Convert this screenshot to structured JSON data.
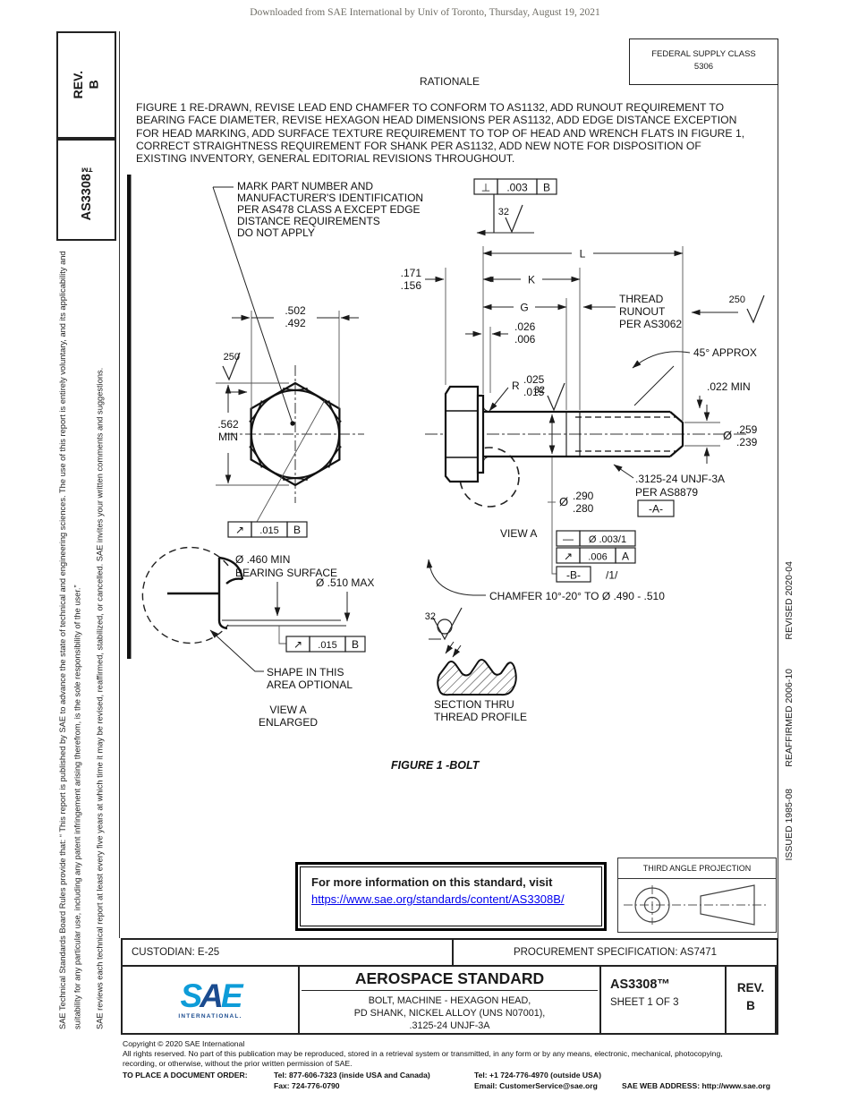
{
  "page": {
    "download_notice": "Downloaded from SAE International by Univ of Toronto, Thursday, August 19, 2021"
  },
  "sidebar_left": {
    "rev_label": "REV.\nB",
    "doc_number": "AS3308™",
    "legal_p1": "SAE Technical Standards Board Rules provide that: “ This report is published by SAE to advance the state of technical and engineering sciences. The use of this report is entirely voluntary, and its applicability and suitability for any particular use, including any patent infringement arising therefrom, is the sole responsibility of the user.”",
    "legal_p2": "SAE reviews each technical report at least every five years at which time it may be revised, reaffirmed, stabilized, or cancelled. SAE invites your written comments and suggestions."
  },
  "header": {
    "fsc_label": "FEDERAL SUPPLY CLASS",
    "fsc_value": "5306",
    "rationale_title": "RATIONALE",
    "rationale_text": "FIGURE 1 RE-DRAWN, REVISE LEAD END CHAMFER TO CONFORM TO AS1132, ADD RUNOUT REQUIREMENT TO BEARING FACE DIAMETER, REVISE HEXAGON HEAD DIMENSIONS PER AS1132, ADD EDGE DISTANCE EXCEPTION FOR HEAD MARKING, ADD SURFACE TEXTURE REQUIREMENT TO TOP OF HEAD AND WRENCH FLATS IN FIGURE 1, CORRECT STRAIGHTNESS REQUIREMENT FOR SHANK PER AS1132, ADD NEW NOTE FOR DISPOSITION OF EXISTING INVENTORY, GENERAL EDITORIAL REVISIONS THROUGHOUT."
  },
  "revision_history": {
    "issued": "ISSUED 1985-08",
    "reaffirmed": "REAFFIRMED 2006-10",
    "revised": "REVISED 2020-04"
  },
  "figure": {
    "caption": "FIGURE 1 -BOLT",
    "mark_note": [
      "MARK PART NUMBER AND",
      "MANUFACTURER'S IDENTIFICATION",
      "PER AS478 CLASS A EXCEPT EDGE",
      "DISTANCE REQUIREMENTS",
      "DO NOT APPLY"
    ],
    "fcf_perp_sym": "⊥",
    "fcf_perp_tol": ".003",
    "fcf_perp_datum": "B",
    "finish_32": "32",
    "finish_250": "250",
    "dim_L": "L",
    "dim_K": "K",
    "dim_G": "G",
    "head_h_max": ".171",
    "head_h_min": ".156",
    "flats_max": ".502",
    "flats_min": ".492",
    "corners_val": ".562",
    "corners_min": "MIN",
    "washer_max": ".026",
    "washer_min": ".006",
    "fillet_r": "R",
    "fillet_max": ".025",
    "fillet_min": ".015",
    "runout_note": [
      "THREAD",
      "RUNOUT",
      "PER AS3062"
    ],
    "angle_note": "45° APPROX",
    "chamfer_min": ".022 MIN",
    "dia_sym": "Ø",
    "lead_max": ".259",
    "lead_min": ".239",
    "thread_spec": ".3125-24 UNJF-3A",
    "thread_std": "PER AS8879",
    "datum_a": "-A-",
    "shank_max": ".290",
    "shank_min": ".280",
    "view_a": "VIEW A",
    "fcf_str_sym": "—",
    "fcf_str_tol": "Ø .003/1",
    "fcf_ra_sym": "↗",
    "fcf_ra_tol": ".006",
    "fcf_ra_datum": "A",
    "datum_b": "-B-",
    "flagnote": "/1/",
    "chamfer_note": "CHAMFER 10°-20° TO Ø .490 - .510",
    "bearing1": "Ø .460 MIN",
    "bearing2": "BEARING SURFACE",
    "dia_max_note": "Ø .510 MAX",
    "fcf_rb_sym": "↗",
    "fcf_rb_tol": ".015",
    "fcf_rb_datum": "B",
    "shape1": "SHAPE IN THIS",
    "shape2": "AREA OPTIONAL",
    "view_enl1": "VIEW A",
    "view_enl2": "ENLARGED",
    "section1": "SECTION THRU",
    "section2": "THREAD PROFILE"
  },
  "info_box": {
    "line": "For more information on this standard, visit",
    "link": "https://www.sae.org/standards/content/AS3308B/"
  },
  "projection_box": {
    "label": "THIRD ANGLE PROJECTION"
  },
  "custodian_row": {
    "custodian": "CUSTODIAN: E-25",
    "procurement": "PROCUREMENT SPECIFICATION: AS7471"
  },
  "title_block": {
    "logo_s": "S",
    "logo_a": "A",
    "logo_e": "E",
    "logo_sub": "INTERNATIONAL.",
    "title": "AEROSPACE STANDARD",
    "subtitle1": "BOLT, MACHINE - HEXAGON HEAD,",
    "subtitle2": "PD SHANK, NICKEL ALLOY (UNS N07001),",
    "subtitle3": ".3125-24 UNJF-3A",
    "doc_number": "AS3308™",
    "sheet": "SHEET 1 OF 3",
    "rev_label": "REV.",
    "rev_value": "B"
  },
  "footer": {
    "copyright": "Copyright © 2020 SAE International",
    "rights_1": "All rights reserved. No part of this publication may be reproduced, stored in a retrieval system or transmitted, in any form or by any means, electronic, mechanical, photocopying,",
    "rights_2": "recording, or otherwise, without the prior written permission of SAE.",
    "order_label": "TO PLACE A DOCUMENT ORDER:",
    "tel_inside": "Tel: 877-606-7323 (inside USA and Canada)",
    "tel_outside": "Tel: +1 724-776-4970 (outside USA)",
    "fax": "Fax: 724-776-0790",
    "email": "Email: CustomerService@sae.org",
    "web": "SAE WEB ADDRESS: http://www.sae.org"
  },
  "colors": {
    "link_blue": "#0000EE",
    "sae_light_blue": "#0E9CD8",
    "sae_dark_blue": "#1A4B8F",
    "notice_gray": "#6F6D65"
  }
}
